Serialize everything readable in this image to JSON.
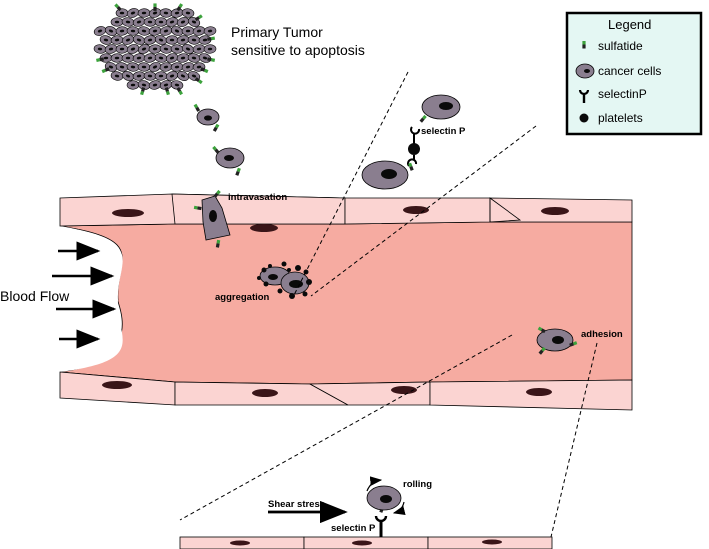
{
  "labels": {
    "primary_tumor_line1": "Primary Tumor",
    "primary_tumor_line2": "sensitive to apoptosis",
    "intravasation": "intravasation",
    "selectin_p_top": "selectin P",
    "blood_flow": "Blood Flow",
    "aggregation": "aggregation",
    "adhesion": "adhesion",
    "rolling": "rolling",
    "shear_stress": "Shear stress",
    "selectin_p_bottom": "selectin P"
  },
  "legend": {
    "title": "Legend",
    "items": [
      "sulfatide",
      "cancer cells",
      "selectinP",
      "platelets"
    ]
  },
  "colors": {
    "vessel_lumen": "#f6aba1",
    "vessel_wall": "#fbd4d2",
    "cancer_cell": "#8a7e8f",
    "nucleus": "#0a0a0a",
    "legend_bg": "#e4f7f3",
    "sulfatide_green": "#3ca23c"
  }
}
